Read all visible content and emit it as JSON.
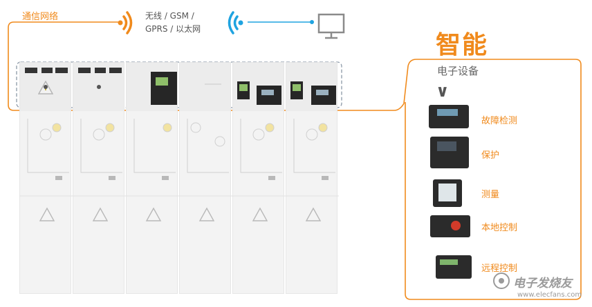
{
  "network": {
    "label": "通信网络",
    "wireless_line1": "无线 / GSM /",
    "wireless_line2": "GPRS / 以太网"
  },
  "panel": {
    "title": "智能",
    "subtitle": "电子设备",
    "chevron": "∨",
    "devices": [
      {
        "label": "故障检测",
        "icon": "fault-detector-icon"
      },
      {
        "label": "保护",
        "icon": "protection-relay-icon"
      },
      {
        "label": "测量",
        "icon": "meter-icon"
      },
      {
        "label": "本地控制",
        "icon": "local-control-icon"
      },
      {
        "label": "远程控制",
        "icon": "remote-control-icon"
      }
    ]
  },
  "watermark": {
    "logo_text": "电子发烧友",
    "url": "www.elecfans.com"
  },
  "colors": {
    "accent": "#F08A1C",
    "wifi": "#1FA3E0"
  }
}
